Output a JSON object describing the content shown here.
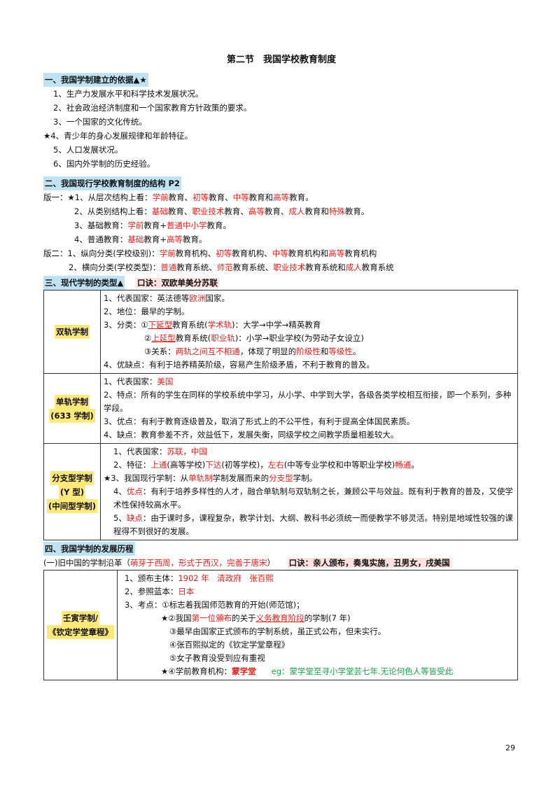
{
  "title": "第二节　我国学校教育制度",
  "s1": {
    "heading": "一、我国学制建立的依据▲★",
    "items": [
      "1、生产力发展水平和科学技术发展状况。",
      "2、社会政治经济制度和一个国家教育方针政策的要求。",
      "3、一个国家的文化传统。",
      "★4、青少年的身心发展规律和年龄特征。",
      "5、人口发展状况。",
      "6、国内外学制的历史经验。"
    ]
  },
  "s2": {
    "heading": "二、我国现行学校教育制度的结构 P2",
    "v1_1_pre": "版一：★1、从层次结构上看：",
    "v1_1": [
      "学前",
      "教育、",
      "初等",
      "教育、",
      "中等",
      "教育和",
      "高等",
      "教育。"
    ],
    "v1_2_pre": "2、从类别结构上看：",
    "v1_2": [
      "基础",
      "教育、",
      "职业技术",
      "教育、",
      "高等",
      "教育、",
      "成人",
      "教育和",
      "特殊",
      "教育。"
    ],
    "v1_3_pre": "3、基础教育：",
    "v1_3": [
      "学前",
      "教育+",
      "普通中小学",
      "教育。"
    ],
    "v1_4_pre": "4、普通教育：",
    "v1_4": [
      "基础",
      "教育+",
      "高等",
      "教育。"
    ],
    "v2_1_pre": "版二：1、纵向分类(学校级别)：",
    "v2_1": [
      "学前",
      "教育机构、",
      "初等",
      "教育机构、",
      "中等",
      "教育机构和",
      "高等",
      "教育机构"
    ],
    "v2_2_pre": "2、横向分类(学校类型)：",
    "v2_2": [
      "普通",
      "教育系统、",
      "师范",
      "教育系统、",
      "职业技术",
      "教育系统和",
      "成人",
      "教育系统"
    ]
  },
  "s3": {
    "heading": "三、现代学制的类型▲",
    "mnemonic": "口诀：双欧单美分苏联",
    "dual": {
      "label": "双轨学制",
      "l1": [
        "1、代表国家：英法德等",
        "欧洲",
        "国家。"
      ],
      "l2": "2、地位：最早的学制。",
      "l3": [
        "3、分类：①",
        "下延型",
        "教育系统(",
        "学术轨",
        ")：大学→中学→精英教育"
      ],
      "l4": [
        "②",
        "上延型",
        "教育系统(",
        "职业轨",
        ")：小学→职业学校(为劳动子女设立)"
      ],
      "l5": [
        "③关系：",
        "两轨之间互不相通",
        "，体现了明显的",
        "阶级性",
        "和",
        "等级性",
        "。"
      ],
      "l6": "4、优缺点：有利于培养精英阶级，容易产生阶级矛盾，不利于教育的普及。"
    },
    "single": {
      "label": "单轨学制",
      "label2": "(633 学制)",
      "l1": [
        "1、代表国家：",
        "美国"
      ],
      "l2": "2、特点：所有的学生在同样的学校系统中学习，从小学、中学到大学，各级各类学校相互衔接，即一个系列，多种学段。",
      "l3": "3、优点：有利于教育逐级普及，取消了形式上的不公平性，有利于提高全体国民素质。",
      "l4": "4、缺点：教育参差不齐，效益低下，发展失衡，同级学校之间教学质量相差较大。"
    },
    "branch": {
      "label": "分支型学制",
      "label2": "(Y 型)",
      "label3": "(中间型学制)",
      "l1": [
        "1、代表国家：",
        "苏联，中国"
      ],
      "l2": [
        "2、特征：",
        "上通",
        "(高等学校)",
        "下达",
        "(初等学校)，",
        "左右",
        "(中等专业学校和中等职业学校)",
        "畅通",
        "。"
      ],
      "l3": [
        "★3、我国现行学制：从",
        "单轨制",
        "学制发展而来的",
        "分支型",
        "学制。"
      ],
      "l4": [
        "4、",
        "优点",
        "：有利于培养多样性的人才，融合单轨制与双轨制之长，兼顾公平与效益。既有利于教育的普及，又使学术性保持较高水平。"
      ],
      "l5": [
        "5、",
        "缺点",
        "：由于课时多，课程复杂，教学计划、大纲、教科书必须统一而使教学不够灵活。特别是地域性较强的课程得不到很好的发展。"
      ]
    }
  },
  "s4": {
    "heading": "四、我国学制的发展历程",
    "sub_pre": "(一)旧中国的学制沿革（",
    "sub_red": "萌芽于西周，形式于西汉，完善于唐宋",
    "sub_post": "）",
    "mnemonic": "口诀：亲人颁布，奏鬼实施，丑男女，戌美国",
    "renyin": {
      "label": "壬寅学制/",
      "label2": "《钦定学堂章程》",
      "l1": [
        "1、颁布主体：",
        "1902 年　清政府　张百熙"
      ],
      "l2": [
        "2、参照蓝本：",
        "日本"
      ],
      "l3": "3、考点：①标志着我国师范教育的开始(师范馆)；",
      "l4": [
        "★②我国",
        "第一位颁布",
        "的关于",
        "义务教育阶段",
        "的学制(7 年)"
      ],
      "l5": "③最早由国家正式颁布的学制系统，虽正式公布，但未实行。",
      "l6": "④张百熙拟定的《钦定学堂章程》",
      "l7": "⑤女子教育没受到应有重视",
      "l8": [
        "★④学前教育机构：",
        "蒙学堂",
        "eg：蒙学堂至寻小学堂芸七年.无论何色人等皆受此"
      ]
    }
  },
  "page_number": "29"
}
